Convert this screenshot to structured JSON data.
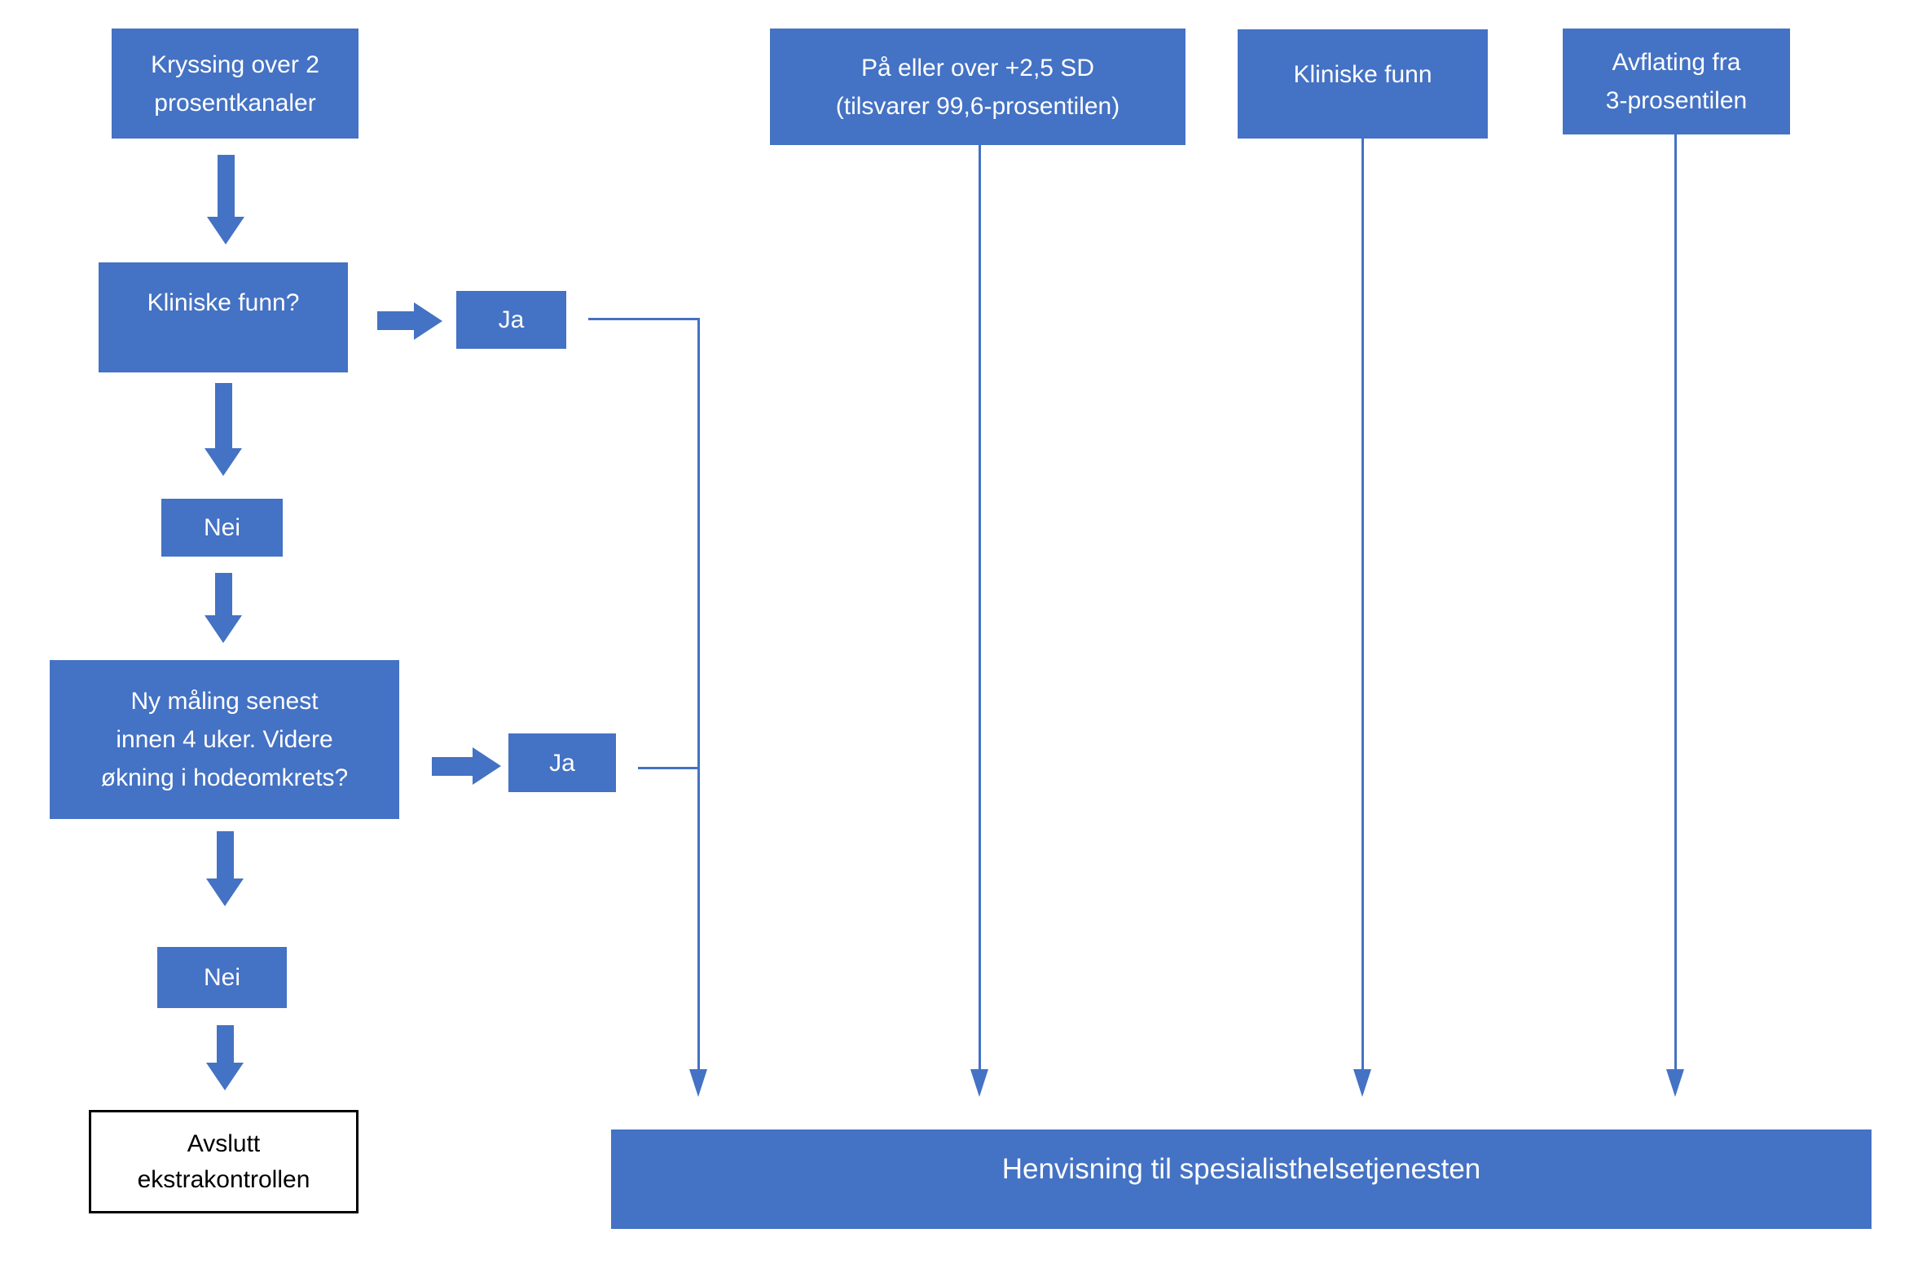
{
  "colors": {
    "background": "#FFFFFF",
    "node_fill": "#4472C4",
    "node_text": "#FFFFFF",
    "connector": "#4472C4",
    "end_node_fill": "#FFFFFF",
    "end_node_border": "#000000",
    "end_node_text": "#000000"
  },
  "nodes": {
    "kryssing": {
      "label": "Kryssing over 2 prosentkanaler",
      "lines": [
        "Kryssing over 2",
        "prosentkanaler"
      ]
    },
    "kliniske_funn_q": {
      "label": "Kliniske funn?",
      "lines": [
        "Kliniske funn?"
      ]
    },
    "ja1": {
      "label": "Ja",
      "lines": [
        "Ja"
      ]
    },
    "nei1": {
      "label": "Nei",
      "lines": [
        "Nei"
      ]
    },
    "ny_maling": {
      "label": "Ny måling senest innen 4 uker. Videre økning i hodeomkrets?",
      "lines": [
        "Ny måling senest",
        "innen 4 uker. Videre",
        "økning i hodeomkrets?"
      ]
    },
    "ja2": {
      "label": "Ja",
      "lines": [
        "Ja"
      ]
    },
    "nei2": {
      "label": "Nei",
      "lines": [
        "Nei"
      ]
    },
    "avslutt": {
      "label": "Avslutt ekstrakontrollen",
      "lines": [
        "Avslutt",
        "ekstrakontrollen"
      ]
    },
    "pa_eller_over": {
      "label": "På eller over +2,5 SD (tilsvarer 99,6-prosentilen)",
      "lines": [
        "På eller over +2,5 SD",
        "(tilsvarer 99,6-prosentilen)"
      ]
    },
    "kliniske_funn": {
      "label": "Kliniske funn",
      "lines": [
        "Kliniske funn"
      ]
    },
    "avflating": {
      "label": "Avflating fra 3-prosentilen",
      "lines": [
        "Avflating fra",
        "3-prosentilen"
      ]
    },
    "henvisning": {
      "label": "Henvisning til spesialisthelsetjenesten",
      "lines": [
        "Henvisning til spesialisthelsetjenesten"
      ]
    }
  }
}
